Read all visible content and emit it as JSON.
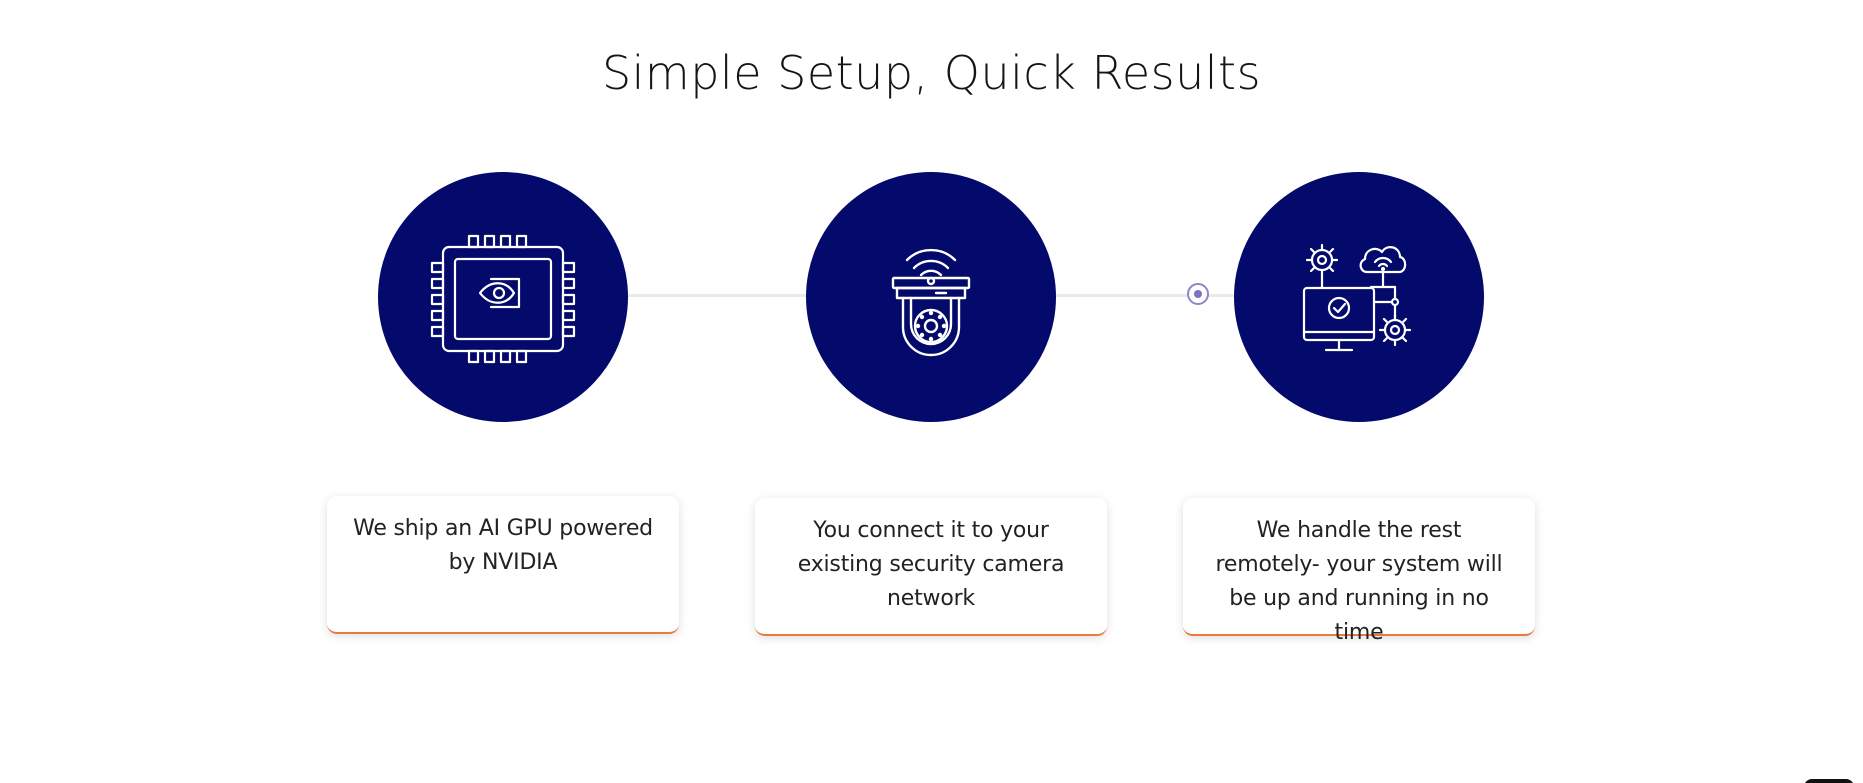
{
  "section": {
    "title": "Simple Setup, Quick Results"
  },
  "colors": {
    "circle": "#040a6b",
    "icon_stroke": "#ffffff",
    "connector": "#e9e9ee",
    "progress_dot": "#7a72c4",
    "card_accent": "#e8793f"
  },
  "steps": [
    {
      "icon": "gpu-chip-icon",
      "text": "We ship an AI GPU powered by NVIDIA"
    },
    {
      "icon": "security-camera-icon",
      "text": "You connect it to your existing security camera network"
    },
    {
      "icon": "remote-setup-icon",
      "text": "We handle the rest remotely- your system will be up and running in no time"
    }
  ]
}
